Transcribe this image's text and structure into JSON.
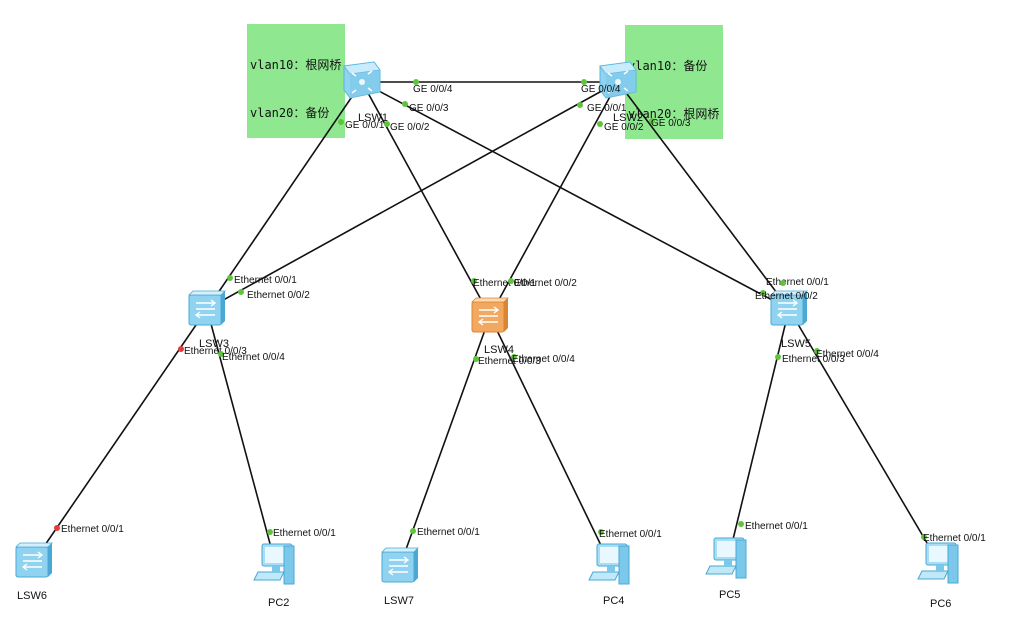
{
  "colors": {
    "link": "#111111",
    "port_up": "#5fc43c",
    "port_down": "#e83a3a",
    "note_bg": "#8fe88f",
    "switch_blue": "#8fd3f0",
    "switch_orange": "#f2a860"
  },
  "notes": {
    "lsw1": [
      "vlan10：根网桥",
      "vlan20：备份"
    ],
    "lsw2": [
      "vlan10：备份",
      "vlan20：根网桥"
    ]
  },
  "devices": [
    {
      "id": "LSW1",
      "label": "LSW1",
      "kind": "core-switch-icon"
    },
    {
      "id": "LSW2",
      "label": "LSW2",
      "kind": "core-switch-icon"
    },
    {
      "id": "LSW3",
      "label": "LSW3",
      "kind": "access-switch-icon"
    },
    {
      "id": "LSW4",
      "label": "LSW4",
      "kind": "access-switch-icon",
      "highlight": true
    },
    {
      "id": "LSW5",
      "label": "LSW5",
      "kind": "access-switch-icon"
    },
    {
      "id": "LSW6",
      "label": "LSW6",
      "kind": "access-switch-icon"
    },
    {
      "id": "LSW7",
      "label": "LSW7",
      "kind": "access-switch-icon"
    },
    {
      "id": "PC2",
      "label": "PC2",
      "kind": "pc-icon"
    },
    {
      "id": "PC4",
      "label": "PC4",
      "kind": "pc-icon"
    },
    {
      "id": "PC5",
      "label": "PC5",
      "kind": "pc-icon"
    },
    {
      "id": "PC6",
      "label": "PC6",
      "kind": "pc-icon"
    }
  ],
  "links": [
    {
      "a": "LSW1",
      "pa": "GE 0/0/4",
      "b": "LSW2",
      "pb": "GE 0/0/4"
    },
    {
      "a": "LSW1",
      "pa": "GE 0/0/1",
      "b": "LSW3",
      "pb": "Ethernet 0/0/1"
    },
    {
      "a": "LSW1",
      "pa": "GE 0/0/2",
      "b": "LSW4",
      "pb": "Ethernet 0/0/1"
    },
    {
      "a": "LSW1",
      "pa": "GE 0/0/3",
      "b": "LSW5",
      "pb": "Ethernet 0/0/1"
    },
    {
      "a": "LSW2",
      "pa": "GE 0/0/1",
      "b": "LSW3",
      "pb": "Ethernet 0/0/2"
    },
    {
      "a": "LSW2",
      "pa": "GE 0/0/2",
      "b": "LSW4",
      "pb": "Ethernet 0/0/2"
    },
    {
      "a": "LSW2",
      "pa": "GE 0/0/3",
      "b": "LSW5",
      "pb": "Ethernet 0/0/2"
    },
    {
      "a": "LSW3",
      "pa": "Ethernet 0/0/3",
      "b": "LSW6",
      "pb": "Ethernet 0/0/1",
      "status": "down"
    },
    {
      "a": "LSW3",
      "pa": "Ethernet 0/0/4",
      "b": "PC2",
      "pb": "Ethernet 0/0/1"
    },
    {
      "a": "LSW4",
      "pa": "Ethernet 0/0/3",
      "b": "LSW7",
      "pb": "Ethernet 0/0/1"
    },
    {
      "a": "LSW4",
      "pa": "Ethernet 0/0/4",
      "b": "PC4",
      "pb": "Ethernet 0/0/1"
    },
    {
      "a": "LSW5",
      "pa": "Ethernet 0/0/3",
      "b": "PC5",
      "pb": "Ethernet 0/0/1"
    },
    {
      "a": "LSW5",
      "pa": "Ethernet 0/0/4",
      "b": "PC6",
      "pb": "Ethernet 0/0/1"
    }
  ]
}
